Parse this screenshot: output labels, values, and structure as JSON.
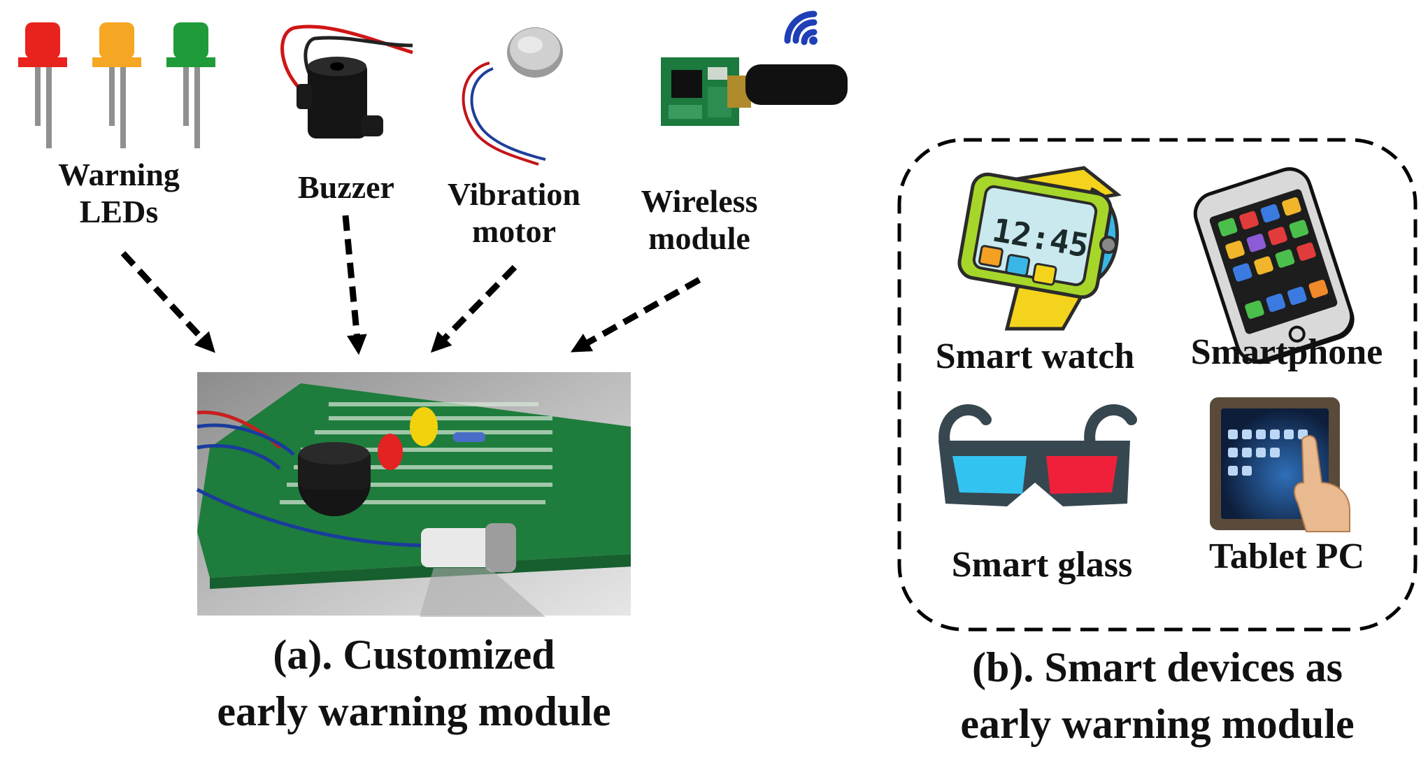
{
  "components": {
    "leds": "Warning\nLEDs",
    "buzzer": "Buzzer",
    "vibration": "Vibration\nmotor",
    "wireless": "Wireless\nmodule"
  },
  "devices": {
    "watch": "Smart watch",
    "phone": "Smartphone",
    "glass": "Smart glass",
    "tablet": "Tablet PC",
    "watch_time": "12:45"
  },
  "captions": {
    "a": "(a). Customized\nearly warning module",
    "b": "(b). Smart devices as\nearly warning module"
  },
  "colors": {
    "led_red": "#e8231d",
    "led_amber": "#f5a623",
    "led_green": "#1f9b3a",
    "pcb_green": "#1e7d3c"
  }
}
